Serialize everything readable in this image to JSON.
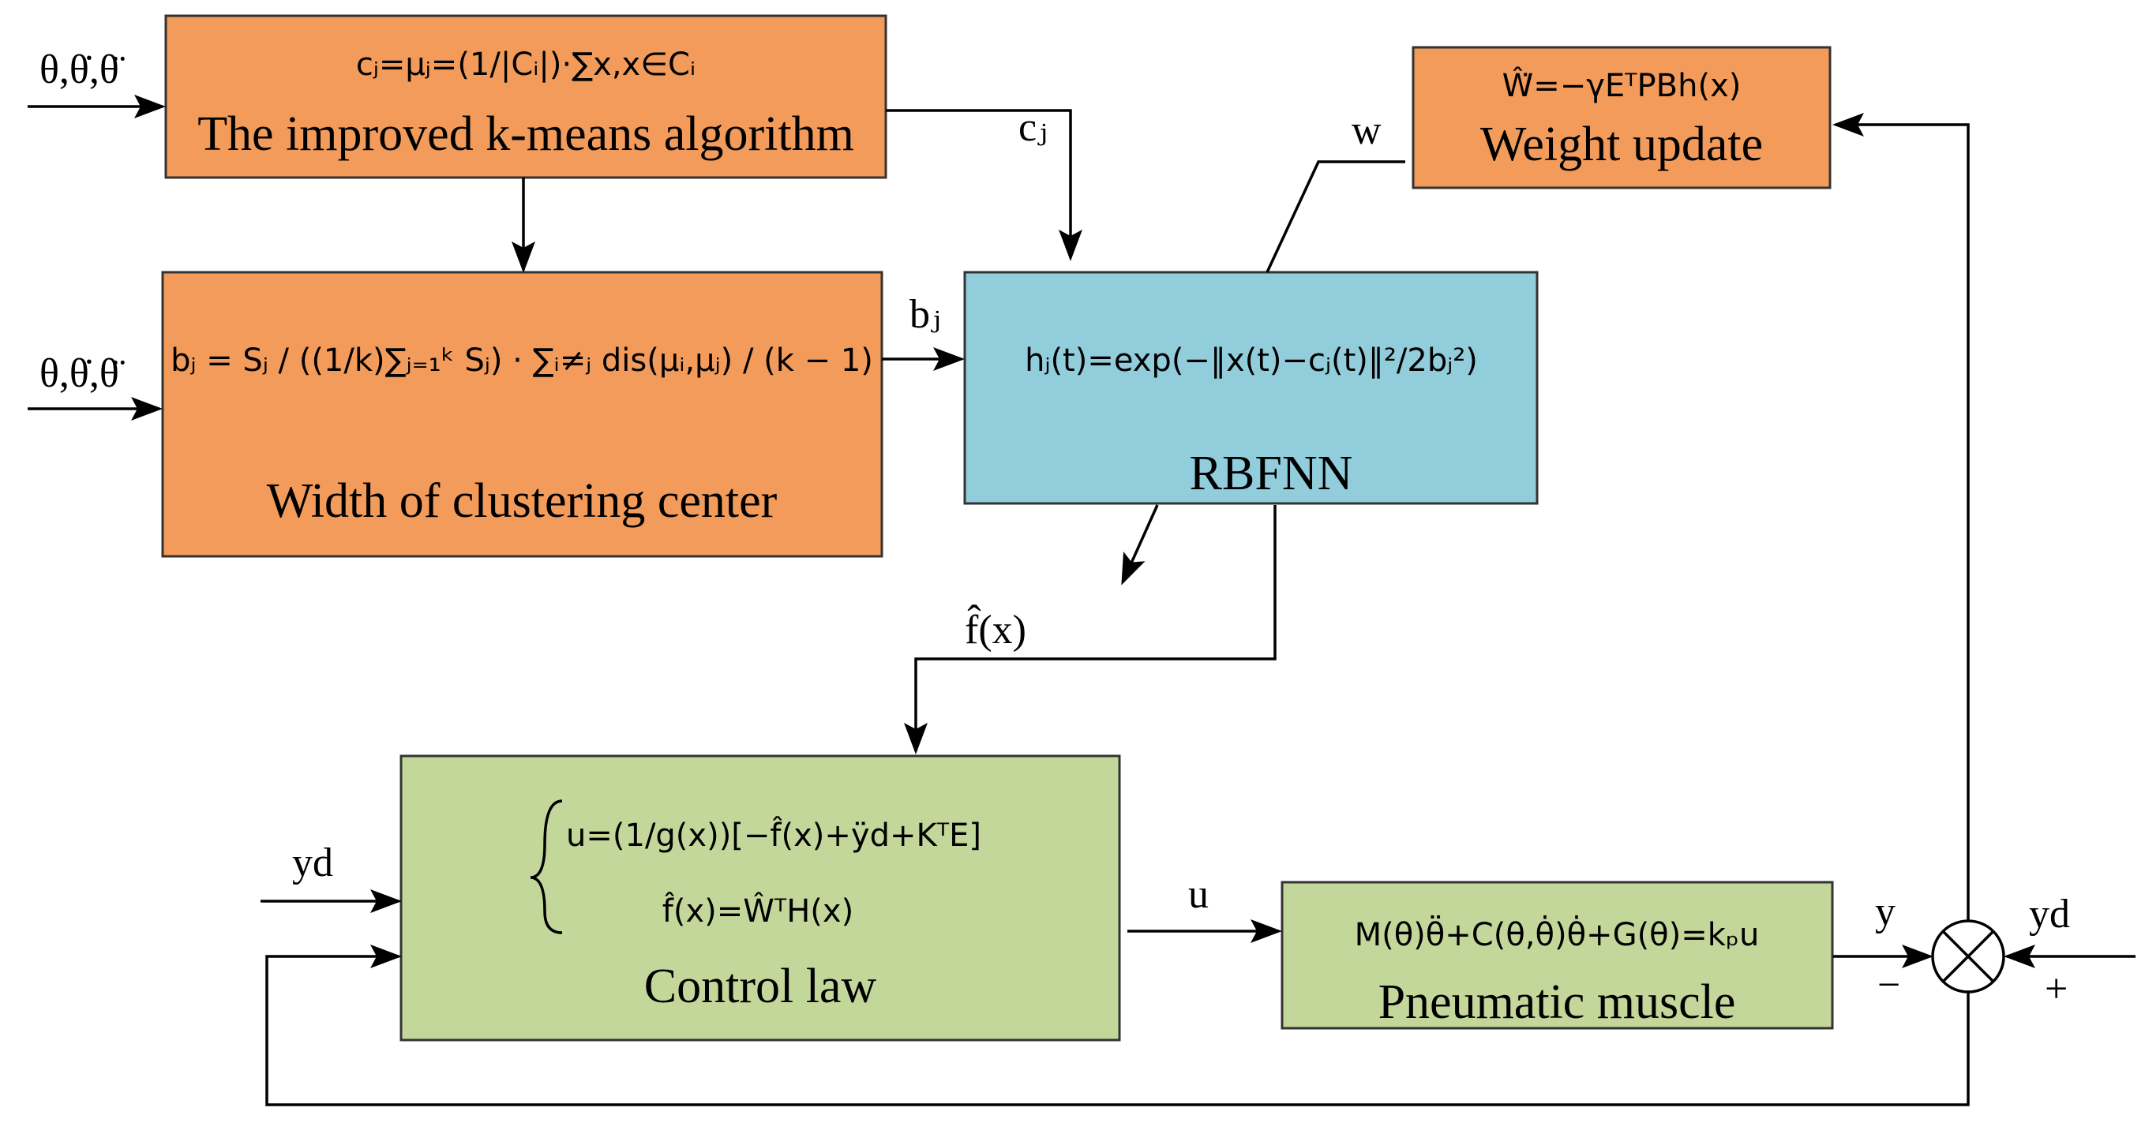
{
  "colors": {
    "orange": "#F39B5A",
    "blue": "#92CDDC",
    "green": "#C4D79B"
  },
  "blocks": {
    "kmeans": {
      "title": "The improved k-means algorithm",
      "equation": "cⱼ=μⱼ=(1/|Cᵢ|)·∑x,x∈Cᵢ"
    },
    "width": {
      "title": "Width of clustering center",
      "equation": "bⱼ = Sⱼ / ((1/k)∑ⱼ₌₁ᵏ Sⱼ) · ∑ᵢ≠ⱼ dis(μᵢ,μⱼ) / (k − 1)"
    },
    "rbfnn": {
      "title": "RBFNN",
      "equation": "hⱼ(t)=exp(−‖x(t)−cⱼ(t)‖²/2bⱼ²)"
    },
    "weight": {
      "title": "Weight update",
      "equation": "Ŵ̇=−γEᵀPBh(x)"
    },
    "control": {
      "title": "Control law",
      "equation_1": "u=(1/g(x))[−f̂(x)+ÿd+KᵀE]",
      "equation_2": "f̂(x)=ŴᵀH(x)"
    },
    "muscle": {
      "title": "Pneumatic muscle",
      "equation": "M(θ)θ̈+C(θ,θ̇)θ̇+G(θ)=kₚu"
    }
  },
  "signals": {
    "input_top": "θ,θ̇,θ̈",
    "input_mid": "θ,θ̇,θ̈",
    "cj": "cⱼ",
    "bj": "bⱼ",
    "w": "w",
    "fhat": "f̂(x)",
    "yd_left": "yd",
    "u": "u",
    "y": "y",
    "yd_right": "yd",
    "minus": "−",
    "plus": "+"
  }
}
